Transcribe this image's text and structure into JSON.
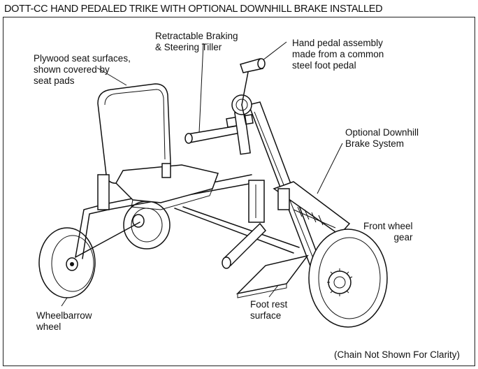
{
  "title": "DOTT-CC HAND PEDALED TRIKE WITH OPTIONAL DOWNHILL BRAKE INSTALLED",
  "labels": {
    "tiller": [
      "Retractable Braking",
      "& Steering Tiller"
    ],
    "seat": [
      "Plywood seat surfaces,",
      "shown covered by",
      "seat pads"
    ],
    "pedal": [
      "Hand pedal assembly",
      "made from a common",
      "steel foot pedal"
    ],
    "brake": [
      "Optional Downhill",
      "Brake System"
    ],
    "front_gear": [
      "Front wheel",
      "gear"
    ],
    "wheelbarrow": [
      "Wheelbarrow",
      "wheel"
    ],
    "footrest": [
      "Foot rest",
      "surface"
    ]
  },
  "note": "(Chain Not Shown For Clarity)"
}
